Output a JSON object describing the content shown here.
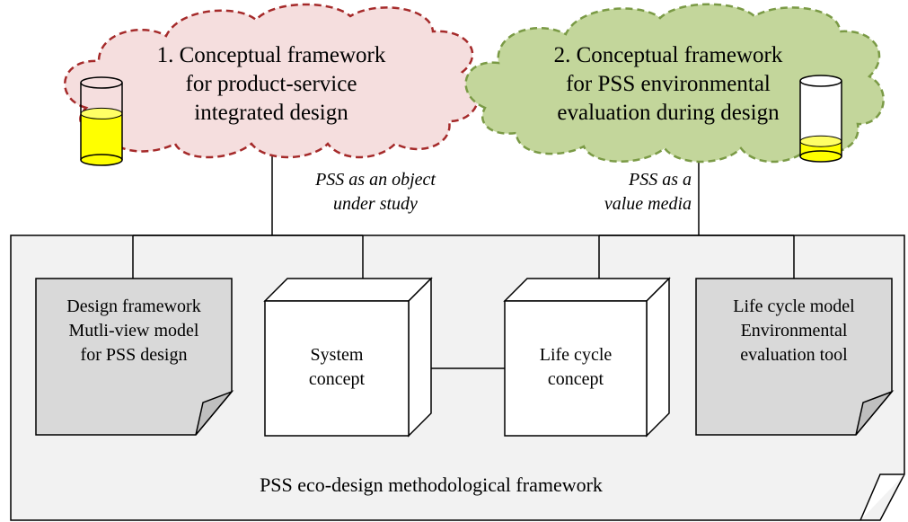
{
  "clouds": {
    "left": {
      "lines": [
        "1. Conceptual framework",
        "for product-service",
        "integrated design"
      ],
      "fill": "#f5dede",
      "stroke": "#a52a2a"
    },
    "right": {
      "lines": [
        "2. Conceptual framework",
        "for PSS environmental",
        "evaluation during design"
      ],
      "fill": "#c3d69b",
      "stroke": "#7a9a45"
    }
  },
  "beakers": {
    "left": {
      "fill_level": 0.6,
      "liquid_color": "#ffff00"
    },
    "right": {
      "fill_level": 0.2,
      "liquid_color": "#ffff00"
    }
  },
  "edge_labels": {
    "left": [
      "PSS as an object",
      "under study"
    ],
    "right": [
      "PSS as a",
      "value media"
    ]
  },
  "documents": {
    "left": [
      "Design framework",
      "Mutli-view model",
      "for PSS design"
    ],
    "right": [
      "Life cycle model",
      "Environmental",
      "evaluation tool"
    ]
  },
  "cubes": {
    "left": [
      "System",
      "concept"
    ],
    "right": [
      "Life cycle",
      "concept"
    ]
  },
  "frame": {
    "label": "PSS eco-design methodological framework",
    "fill": "#f2f2f2"
  },
  "colors": {
    "document_fill": "#d9d9d9",
    "fold_fill": "#bfbfbf",
    "stroke": "#000000"
  }
}
